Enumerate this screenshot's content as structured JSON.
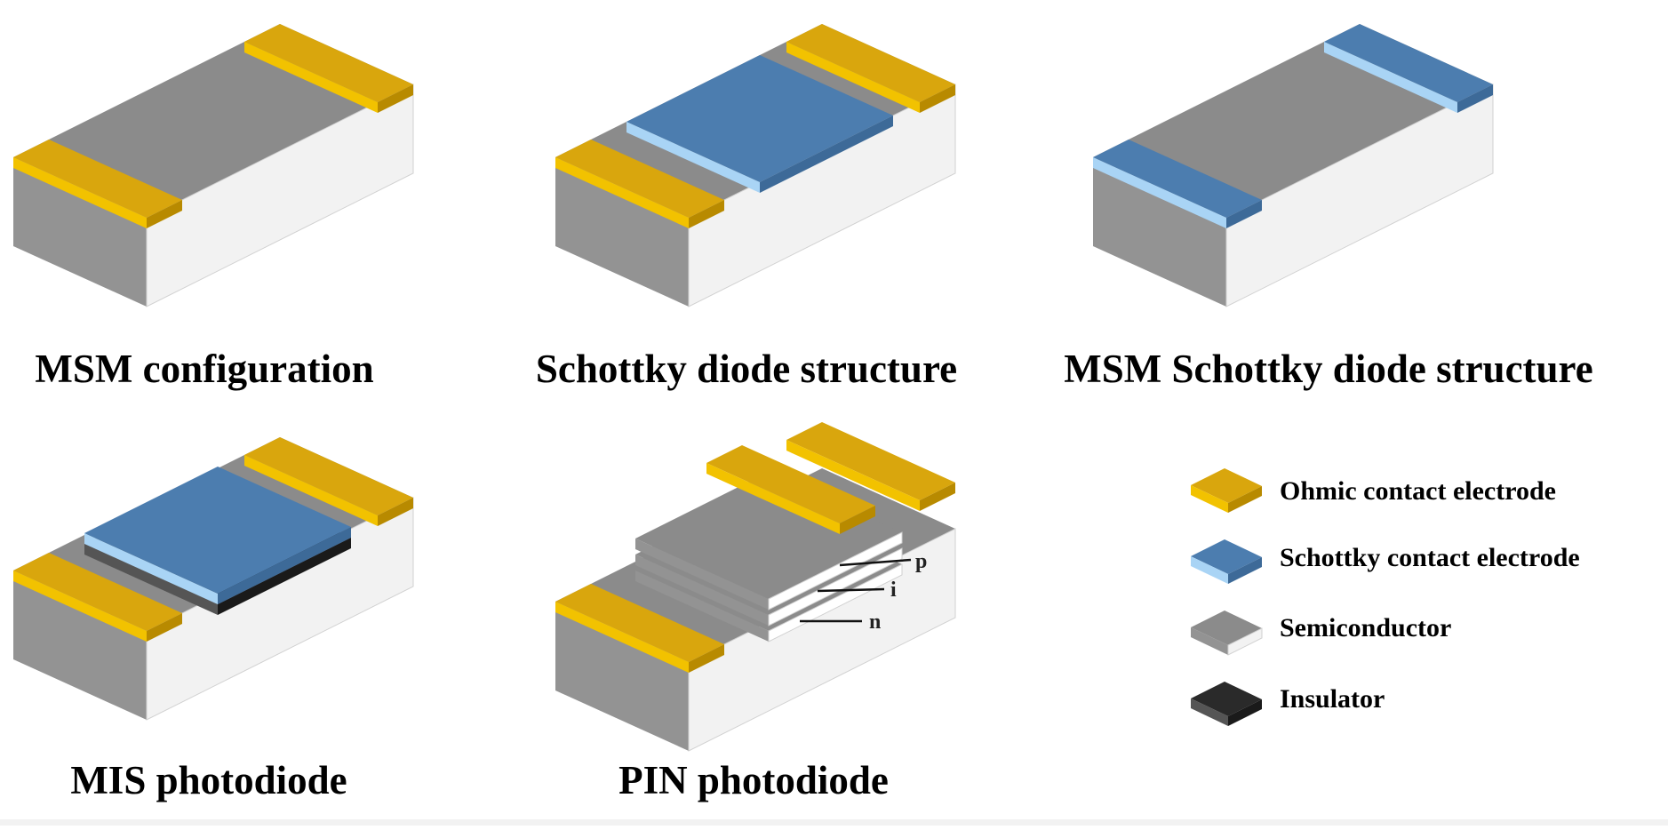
{
  "captions": {
    "msm": "MSM configuration",
    "schottky": "Schottky diode structure",
    "msm_schottky": "MSM Schottky diode structure",
    "mis": "MIS photodiode",
    "pin": "PIN photodiode"
  },
  "pin_layers": {
    "p": "p",
    "i": "i",
    "n": "n"
  },
  "legend": [
    {
      "label": "Ohmic contact electrode",
      "icon": "ohmic-contact-swatch-icon"
    },
    {
      "label": "Schottky contact electrode",
      "icon": "schottky-contact-swatch-icon"
    },
    {
      "label": "Semiconductor",
      "icon": "semiconductor-swatch-icon"
    },
    {
      "label": "Insulator",
      "icon": "insulator-swatch-icon"
    }
  ],
  "colors": {
    "ohmic_top": "#d9a60d",
    "ohmic_front": "#f2c200",
    "ohmic_side": "#b88a00",
    "schottky_top": "#4c7daf",
    "schottky_front": "#a9d4f5",
    "schottky_side": "#3d6a98",
    "semi_top": "#8b8b8b",
    "semi_front": "#939393",
    "semi_side": "#f2f2f2",
    "insulator_top": "#2a2a2a",
    "insulator_front": "#555555",
    "insulator_side": "#1a1a1a"
  }
}
